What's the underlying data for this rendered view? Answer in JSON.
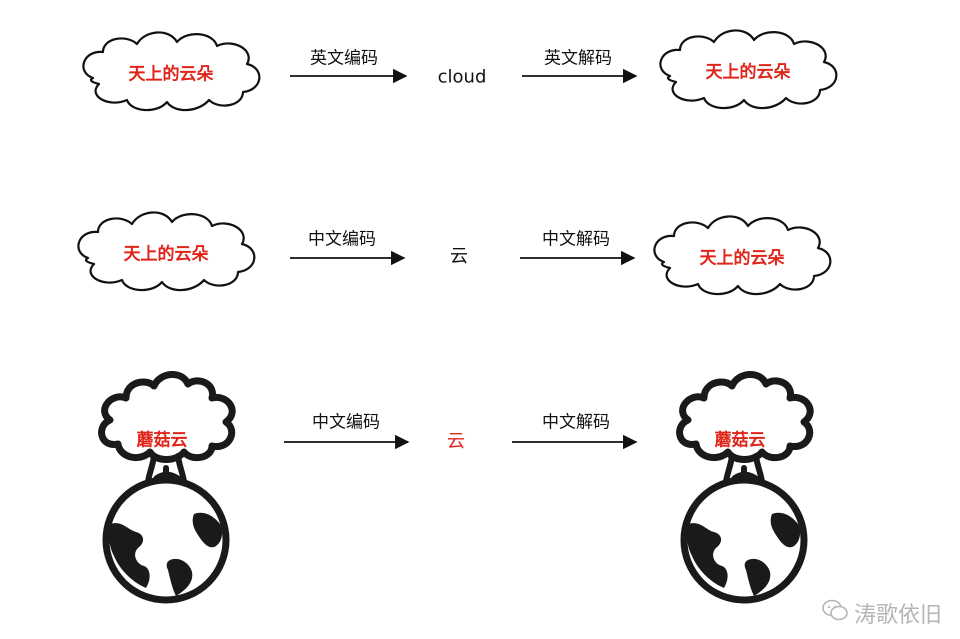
{
  "colors": {
    "accent": "#e0251b",
    "text": "#111111",
    "line": "#111111",
    "watermark": "#b5b5b5"
  },
  "rows": [
    {
      "left": "天上的云朵",
      "arrow1": "英文编码",
      "middle": "cloud",
      "arrow2": "英文解码",
      "right": "天上的云朵"
    },
    {
      "left": "天上的云朵",
      "arrow1": "中文编码",
      "middle": "云",
      "arrow2": "中文解码",
      "right": "天上的云朵"
    },
    {
      "left": "蘑菇云",
      "arrow1": "中文编码",
      "middle": "云",
      "arrow2": "中文解码",
      "right": "蘑菇云"
    }
  ],
  "watermark": {
    "text": "涛歌依旧",
    "icon": "wechat-icon"
  }
}
